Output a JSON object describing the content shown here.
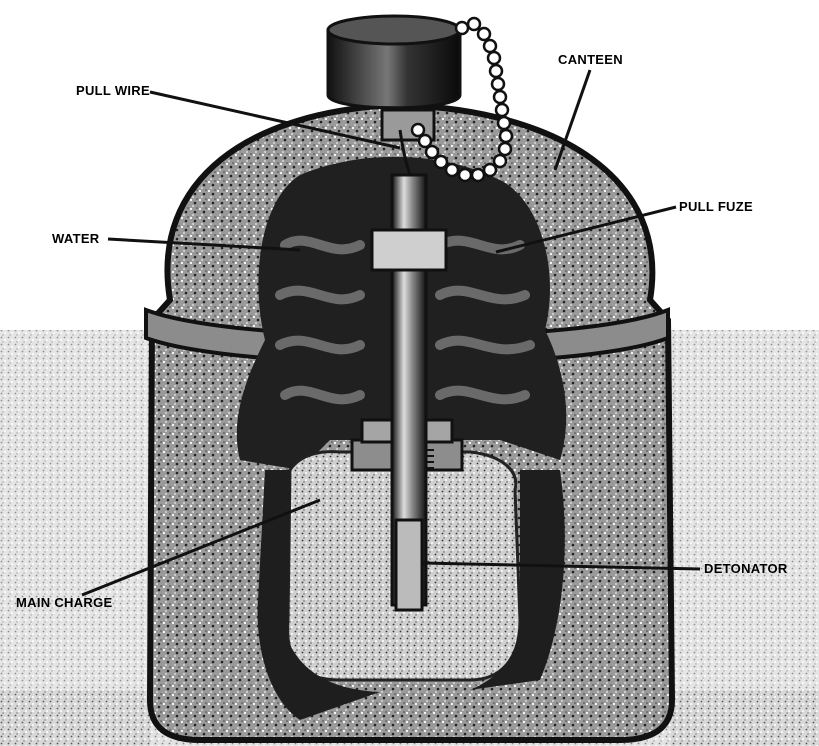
{
  "labels": {
    "canteen": "CANTEEN",
    "pull_wire": "PULL WIRE",
    "pull_fuze": "PULL FUZE",
    "water": "WATER",
    "detonator": "DETONATOR",
    "main_charge": "MAIN CHARGE"
  },
  "colors": {
    "ink": "#111111",
    "canteen_body": "#8a8a8a",
    "shadow": "#2a2a2a",
    "charge": "#bdbdbd",
    "paper": "#ffffff"
  }
}
